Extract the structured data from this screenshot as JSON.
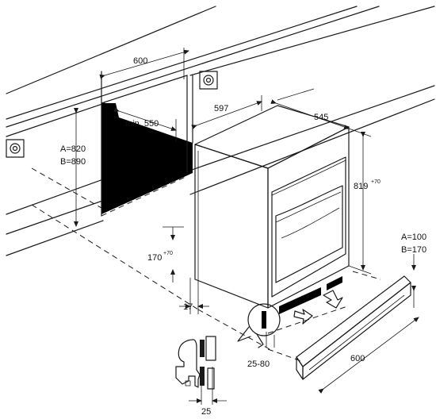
{
  "labels": {
    "width_top": "600",
    "min_depth": "min. 550",
    "width_597": "597",
    "depth_545": "545",
    "height_819": "819",
    "height_819_tol": "+70",
    "a_820": "A=820",
    "b_890": "B=890",
    "h_170": "170",
    "h_170_tol": "+70",
    "gap_17": "17",
    "a_100": "A=100",
    "b_170": "B=170",
    "width_bottom": "600",
    "offset_25_80": "25-80",
    "thickness_25": "25"
  },
  "icons": [
    "socket-left-icon",
    "socket-right-icon"
  ],
  "colors": {
    "line": "#1a1a1a",
    "fill_cavity": "#000000",
    "detail_panel": "#bdbdbd"
  }
}
